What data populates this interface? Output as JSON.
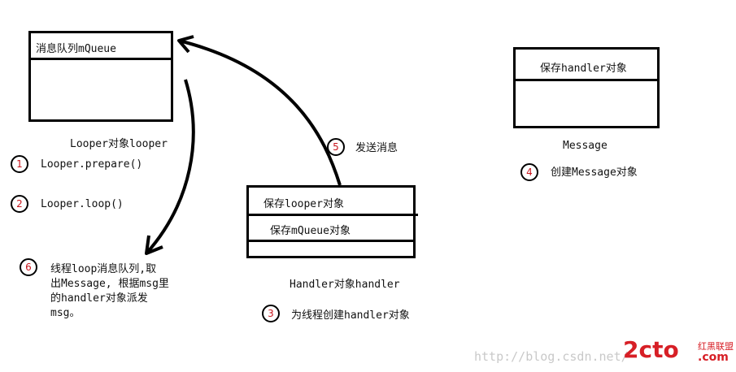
{
  "message_queue_box": {
    "title": "消息队列mQueue"
  },
  "looper_label": "Looper对象looper",
  "handler_box": {
    "row1": "保存looper对象",
    "row2": "保存mQueue对象"
  },
  "handler_label": "Handler对象handler",
  "message_box": {
    "title": "保存handler对象"
  },
  "message_label": "Message",
  "steps": [
    {
      "num": "1",
      "text": "Looper.prepare()"
    },
    {
      "num": "2",
      "text": "Looper.loop()"
    },
    {
      "num": "3",
      "text": "为线程创建handler对象"
    },
    {
      "num": "4",
      "text": "创建Message对象"
    },
    {
      "num": "5",
      "text": "发送消息"
    },
    {
      "num": "6",
      "text_lines": [
        "线程loop消息队列,取",
        "出Message, 根据msg里",
        "的handler对象派发",
        "msg。"
      ]
    }
  ],
  "watermark": {
    "url": "http://blog.csdn.net/",
    "logo": "2cto",
    "logo_suffix": ".com",
    "logo_cn": "红黑联盟"
  },
  "colors": {
    "number": "#c8161d",
    "stroke": "#000000",
    "logo": "#d71f26"
  }
}
